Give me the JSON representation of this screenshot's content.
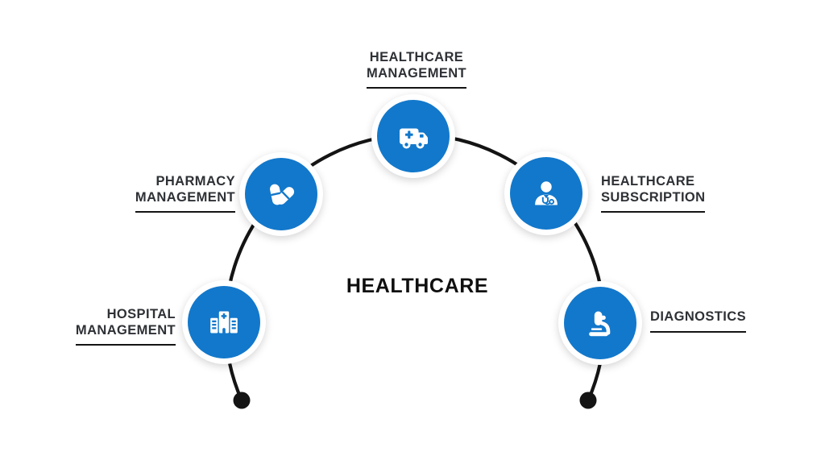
{
  "title": "HEALTHCARE",
  "colors": {
    "accent": "#1278cb",
    "line": "#141414",
    "label": "#2e3135",
    "title": "#0f0f0f",
    "background": "#ffffff"
  },
  "nodes": {
    "healthcare_management": {
      "line1": "HEALTHCARE",
      "line2": "MANAGEMENT",
      "icon": "ambulance-icon"
    },
    "pharmacy_management": {
      "line1": "PHARMACY",
      "line2": "MANAGEMENT",
      "icon": "pills-icon"
    },
    "healthcare_subscription": {
      "line1": "HEALTHCARE",
      "line2": "SUBSCRIPTION",
      "icon": "doctor-icon"
    },
    "hospital_management": {
      "line1": "HOSPITAL",
      "line2": "MANAGEMENT",
      "icon": "hospital-building-icon"
    },
    "diagnostics": {
      "line1": "DIAGNOSTICS",
      "icon": "microscope-icon"
    }
  }
}
